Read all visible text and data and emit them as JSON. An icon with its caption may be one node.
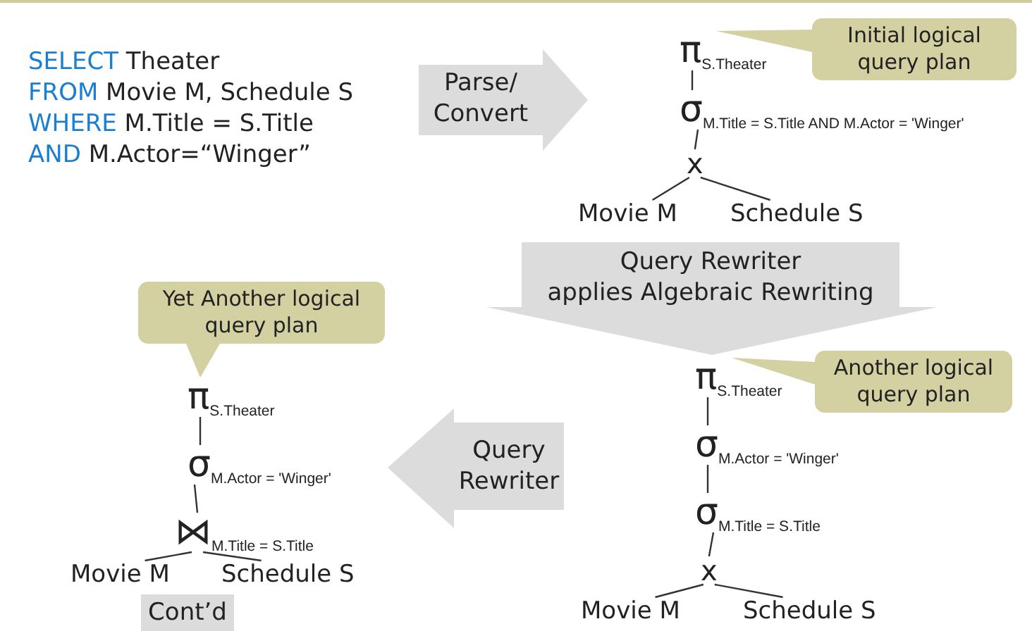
{
  "diagram": {
    "nodes": [
      {
        "text": [
          "SELECT Theater",
          "FROM Movie M, Schedule S",
          "WHERE M.Title = S.Title",
          "AND M.Actor=“Winger”"
        ]
      },
      {
        "text": [
          "Parse/ Convert"
        ]
      },
      {
        "text": [
          "Initial logical query plan"
        ]
      },
      {
        "text": [
          "π$_{S.Theater}$"
        ]
      },
      {
        "text": [
          "σ$_{M.Title = S.Title AND M.Actor = 'Winger'}$"
        ]
      },
      {
        "text": [
          "x"
        ]
      },
      {
        "text": [
          "Movie M"
        ]
      },
      {
        "text": [
          "Schedule S"
        ]
      },
      {
        "text": [
          "Query Rewriter",
          "applies Algebraic Rewriting"
        ]
      },
      {
        "text": [
          "Yet Another logical query plan"
        ]
      },
      {
        "text": [
          "π$_{S.Theater}$"
        ]
      },
      {
        "text": [
          "σ$_{M.Actor = 'Winger'}$"
        ]
      },
      {
        "text": [
          "⋈$_{M.Title = S.Title}$"
        ]
      },
      {
        "text": [
          "Movie M"
        ]
      },
      {
        "text": [
          "Schedule S"
        ]
      },
      {
        "text": [
          "Cont’d"
        ]
      },
      {
        "text": [
          "Another logical query plan"
        ]
      },
      {
        "text": [
          "π$_{S.Theater}$"
        ]
      },
      {
        "text": [
          "Query Rewriter"
        ]
      },
      {
        "text": [
          "σ$_{M.Actor = 'Winger'}$"
        ]
      },
      {
        "text": [
          "σ$_{M.Title = S.Title}$"
        ]
      },
      {
        "text": [
          "x"
        ]
      },
      {
        "text": [
          "Movie M"
        ]
      },
      {
        "text": [
          "Schedule S"
        ]
      }
    ],
    "edges": [
      {
        "from": 2,
        "to": 3,
        "arrow": "to"
      },
      {
        "from": 3,
        "to": 4,
        "arrow": "none"
      },
      {
        "from": 4,
        "to": 5,
        "arrow": "none"
      },
      {
        "from": 5,
        "to": 6,
        "arrow": "none"
      },
      {
        "from": 5,
        "to": 7,
        "arrow": "none"
      },
      {
        "from": 9,
        "to": 10,
        "arrow": "to"
      },
      {
        "from": 10,
        "to": 11,
        "arrow": "none"
      },
      {
        "from": 11,
        "to": 12,
        "arrow": "none"
      },
      {
        "from": 12,
        "to": 13,
        "arrow": "none"
      },
      {
        "from": 12,
        "to": 14,
        "arrow": "none"
      },
      {
        "from": 16,
        "to": 17,
        "arrow": "to"
      },
      {
        "from": 17,
        "to": 19,
        "arrow": "none"
      },
      {
        "from": 19,
        "to": 20,
        "arrow": "none"
      },
      {
        "from": 20,
        "to": 21,
        "arrow": "none"
      },
      {
        "from": 21,
        "to": 22,
        "arrow": "none"
      },
      {
        "from": 21,
        "to": 23,
        "arrow": "none"
      }
    ]
  }
}
